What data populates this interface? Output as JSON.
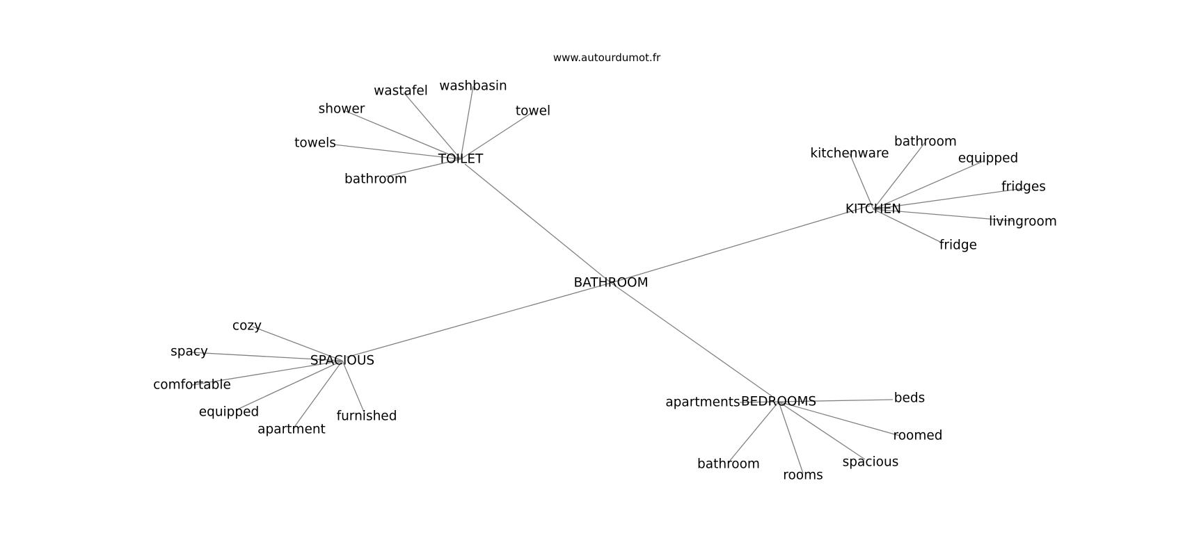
{
  "site_label": "www.autourdumot.fr",
  "graph": {
    "center": "BATHROOM",
    "clusters": [
      {
        "id": "toilet",
        "label": "TOILET",
        "leaves": [
          "wastafel",
          "washbasin",
          "shower",
          "towel",
          "towels",
          "bathroom"
        ]
      },
      {
        "id": "kitchen",
        "label": "KITCHEN",
        "leaves": [
          "kitchenware",
          "bathroom",
          "equipped",
          "fridges",
          "livingroom",
          "fridge"
        ]
      },
      {
        "id": "spacious",
        "label": "SPACIOUS",
        "leaves": [
          "cozy",
          "spacy",
          "comfortable",
          "equipped",
          "apartment",
          "furnished"
        ]
      },
      {
        "id": "bedrooms",
        "label": "BEDROOMS",
        "leaves": [
          "apartments",
          "beds",
          "roomed",
          "bathroom",
          "spacious",
          "rooms"
        ]
      }
    ]
  }
}
